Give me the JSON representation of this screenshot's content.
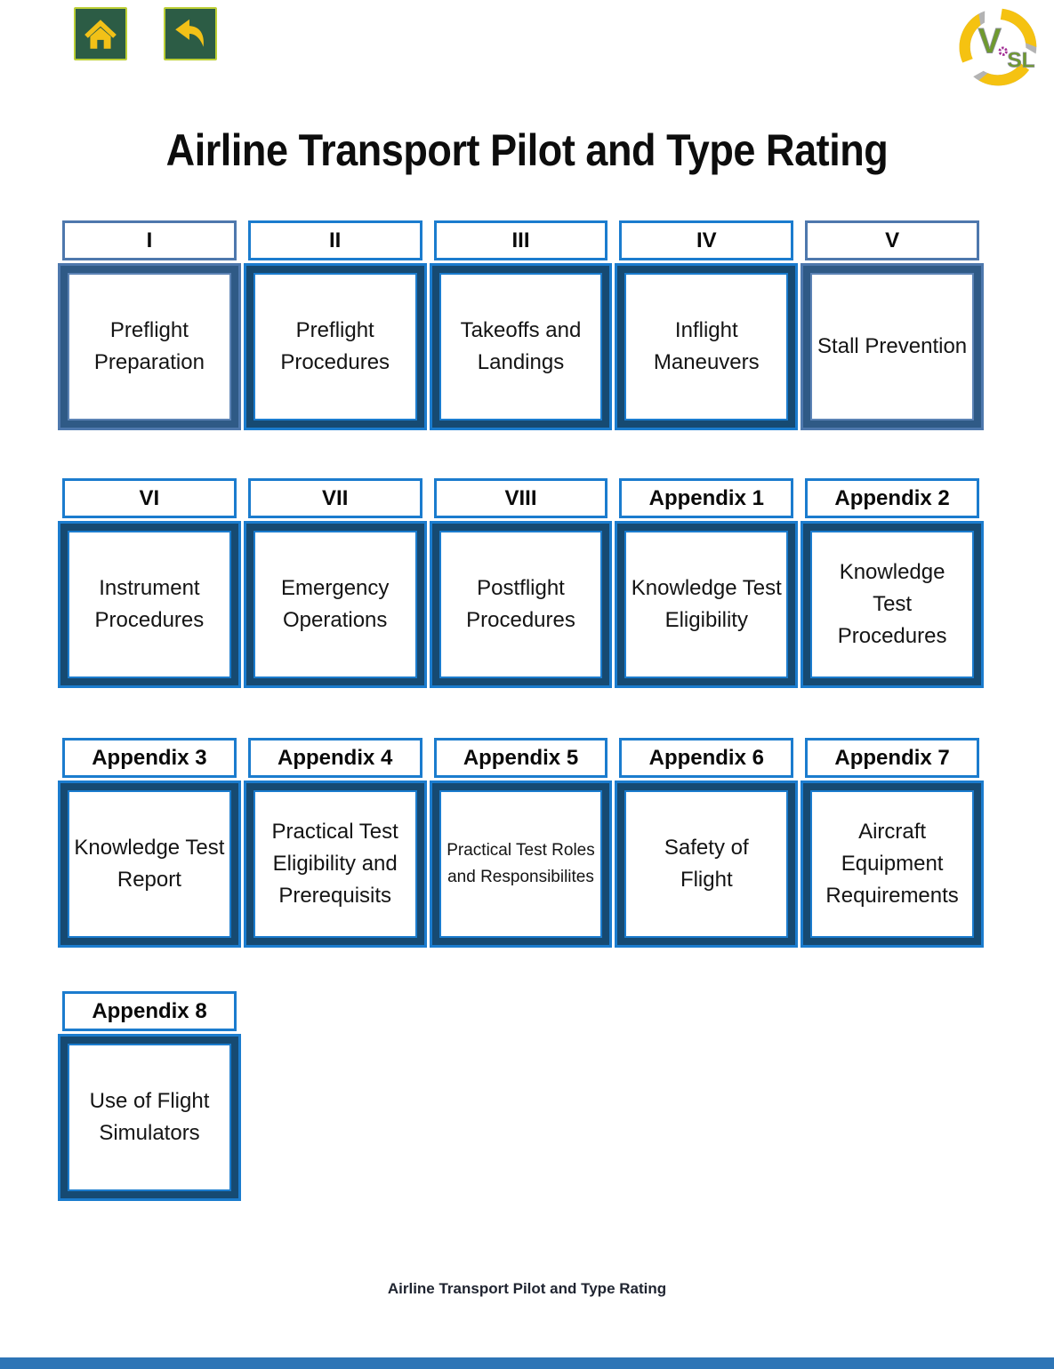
{
  "toolbar": {
    "home_button": {
      "icon": "home-icon"
    },
    "back_button": {
      "icon": "back-arrow-icon"
    }
  },
  "logo": {
    "text_v": "V",
    "text_sl": "SL"
  },
  "page_title": "Airline Transport Pilot and Type Rating",
  "footer_text": "Airline Transport Pilot and Type Rating",
  "theme": {
    "bright_accent": "#1B7CCE",
    "bright_frame": "#164A72",
    "muted_accent": "#4E78AD",
    "muted_frame": "#2F5A86",
    "button_green": "#2C5C45",
    "button_border": "#BCCF35",
    "icon_yellow": "#F2C117",
    "bottom_bar": "#2E75B6"
  },
  "sections": [
    {
      "cells": [
        {
          "header": "I",
          "label": "Preflight Preparation"
        },
        {
          "header": "II",
          "label": "Preflight Procedures"
        },
        {
          "header": "III",
          "label": "Takeoffs and Landings"
        },
        {
          "header": "IV",
          "label": "Inflight Maneuvers"
        },
        {
          "header": "V",
          "label": "Stall Prevention"
        }
      ]
    },
    {
      "cells": [
        {
          "header": "VI",
          "label": "Instrument Procedures"
        },
        {
          "header": "VII",
          "label": "Emergency Operations"
        },
        {
          "header": "VIII",
          "label": "Postflight Procedures"
        },
        {
          "header": "Appendix 1",
          "label": "Knowledge Test Eligibility"
        },
        {
          "header": "Appendix 2",
          "label": "Knowledge Test Procedures"
        }
      ]
    },
    {
      "cells": [
        {
          "header": "Appendix 3",
          "label": "Knowledge Test Report"
        },
        {
          "header": "Appendix 4",
          "label": "Practical Test Eligibility and Prerequisits"
        },
        {
          "header": "Appendix 5",
          "label": "Practical Test Roles and Responsibilites"
        },
        {
          "header": "Appendix 6",
          "label": "Safety of Flight"
        },
        {
          "header": "Appendix 7",
          "label": "Aircraft Equipment Requirements"
        }
      ]
    },
    {
      "cells": [
        {
          "header": "Appendix 8",
          "label": "Use of Flight Simulators"
        }
      ]
    }
  ]
}
